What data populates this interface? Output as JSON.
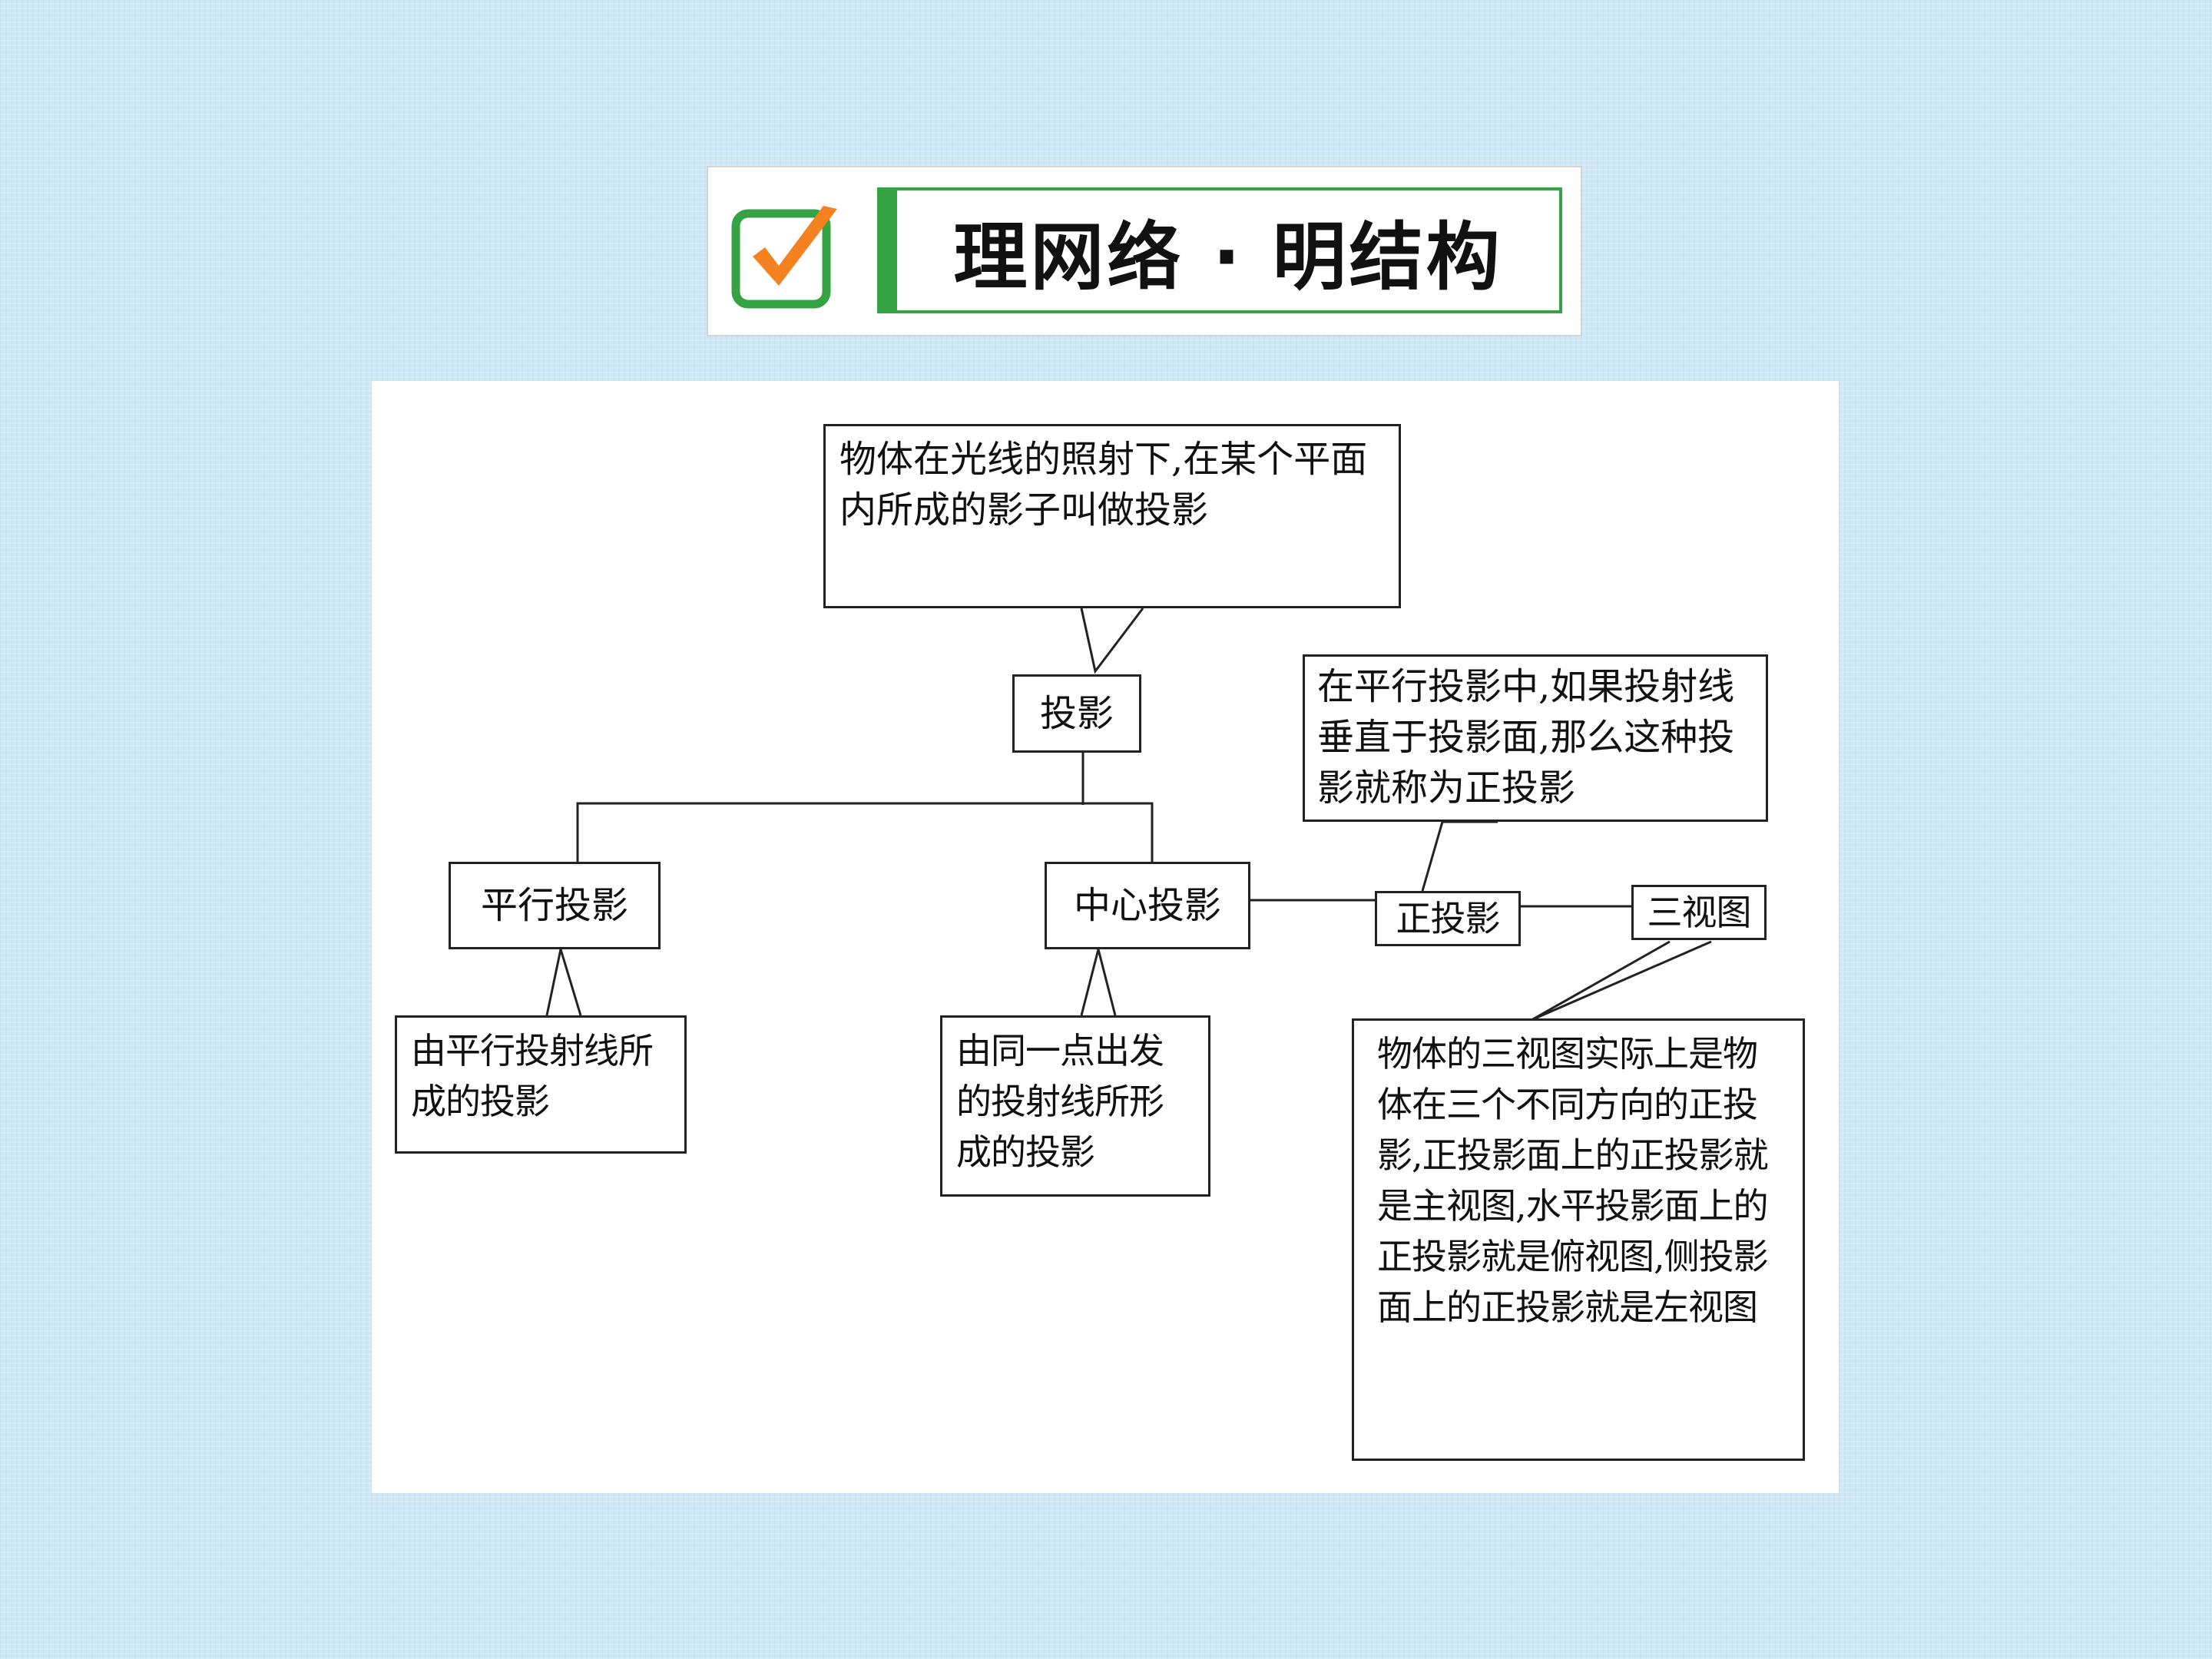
{
  "header": {
    "title": "理网络 · 明结构",
    "icon": "checkbox-check-icon",
    "colors": {
      "check": "#f58220",
      "frame": "#35a343"
    }
  },
  "diagram": {
    "definition": "物体在光线的照射下,在某个平面内所成的影子叫做投影",
    "root": "投影",
    "parallel": "平行投影",
    "parallel_desc": "由平行投射线所成的投影",
    "central": "中心投影",
    "central_desc": "由同一点出发的投射线所形成的投影",
    "orthographic_desc": "在平行投影中,如果投射线垂直于投影面,那么这种投影就称为正投影",
    "orthographic": "正投影",
    "three_views": "三视图",
    "three_views_desc": "物体的三视图实际上是物体在三个不同方向的正投影,正投影面上的正投影就是主视图,水平投影面上的正投影就是俯视图,侧投影面上的正投影就是左视图"
  }
}
